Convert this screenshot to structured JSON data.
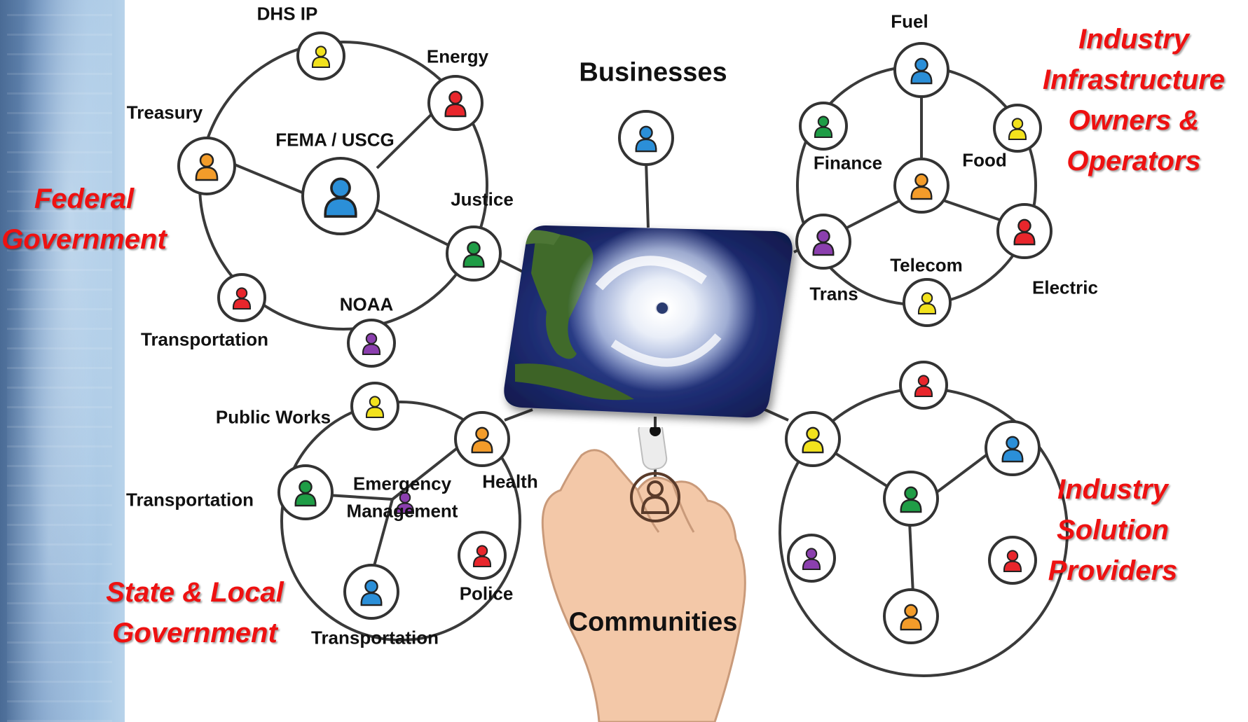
{
  "colors": {
    "group_label": "#ee1111",
    "line": "#3a3a3a",
    "yellow": "#f2e21d",
    "red": "#e8262c",
    "orange": "#f39c2a",
    "blue": "#2b8fd8",
    "green": "#1f9d46",
    "purple": "#8b3fae"
  },
  "center": {
    "image": "hurricane satellite image"
  },
  "hubs": {
    "businesses": "Businesses",
    "communities": "Communities"
  },
  "groups": {
    "federal": [
      "Federal",
      "Government"
    ],
    "industry_infra": [
      "Industry",
      "Infrastructure",
      "Owners &",
      "Operators"
    ],
    "industry_solution": [
      "Industry",
      "Solution",
      "Providers"
    ],
    "state_local": [
      "State & Local",
      "Government"
    ]
  },
  "federal_nodes": {
    "dhs_ip": "DHS IP",
    "energy": "Energy",
    "treasury": "Treasury",
    "fema_uscg": "FEMA / USCG",
    "justice": "Justice",
    "transportation": "Transportation",
    "noaa": "NOAA"
  },
  "infra_nodes": {
    "fuel": "Fuel",
    "finance": "Finance",
    "food": "Food",
    "trans": "Trans",
    "telecom": "Telecom",
    "electric": "Electric"
  },
  "state_nodes": {
    "public_works": "Public Works",
    "transportation_left": "Transportation",
    "emergency_1": "Emergency",
    "emergency_2": "Management",
    "health": "Health",
    "police": "Police",
    "transportation_bottom": "Transportation"
  },
  "person_icons": [
    {
      "id": "dhs",
      "color": "yellow"
    },
    {
      "id": "energy",
      "color": "red"
    },
    {
      "id": "treasury",
      "color": "orange"
    },
    {
      "id": "fema",
      "color": "blue"
    },
    {
      "id": "justice",
      "color": "green"
    },
    {
      "id": "fed-transport",
      "color": "red"
    },
    {
      "id": "noaa",
      "color": "purple"
    },
    {
      "id": "businesses",
      "color": "blue"
    },
    {
      "id": "fuel",
      "color": "blue"
    },
    {
      "id": "finance",
      "color": "green"
    },
    {
      "id": "food",
      "color": "yellow"
    },
    {
      "id": "infra-center",
      "color": "orange"
    },
    {
      "id": "trans",
      "color": "purple"
    },
    {
      "id": "electric",
      "color": "red"
    },
    {
      "id": "telecom",
      "color": "yellow"
    },
    {
      "id": "public-works",
      "color": "yellow"
    },
    {
      "id": "state-transport-left",
      "color": "green"
    },
    {
      "id": "emergency",
      "color": "purple"
    },
    {
      "id": "health",
      "color": "orange"
    },
    {
      "id": "police",
      "color": "red"
    },
    {
      "id": "state-transport-bottom",
      "color": "blue"
    },
    {
      "id": "sol-top",
      "color": "red"
    },
    {
      "id": "sol-left",
      "color": "yellow"
    },
    {
      "id": "sol-right",
      "color": "blue"
    },
    {
      "id": "sol-center",
      "color": "green"
    },
    {
      "id": "sol-lower-left",
      "color": "purple"
    },
    {
      "id": "sol-lower-right",
      "color": "red"
    },
    {
      "id": "sol-bottom",
      "color": "orange"
    },
    {
      "id": "communities",
      "color": "brown"
    }
  ]
}
